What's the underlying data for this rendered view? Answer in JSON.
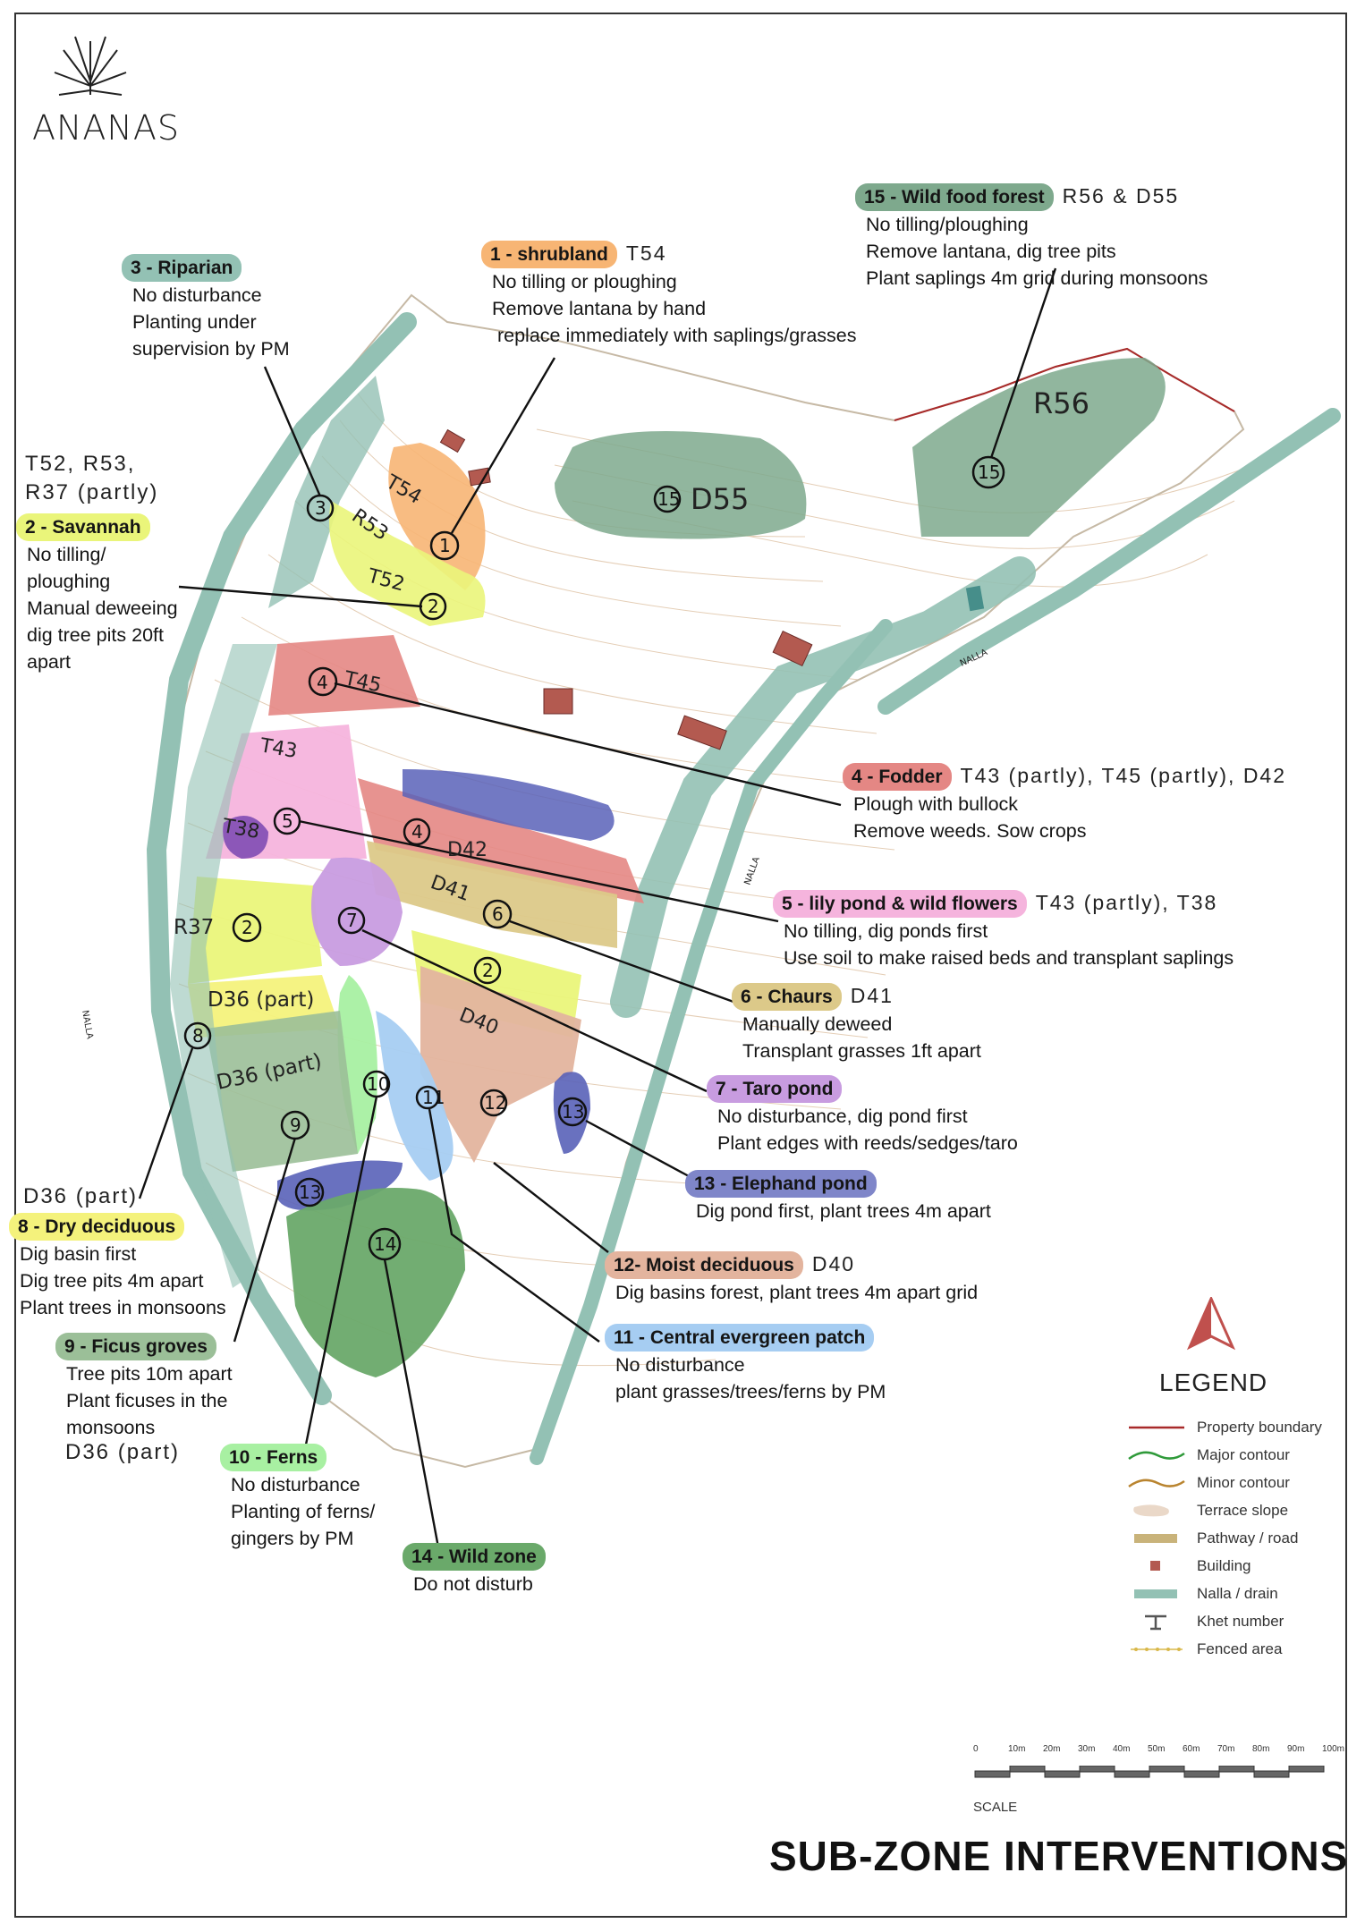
{
  "brand": {
    "name": "ANANAS"
  },
  "title": "SUB-ZONE INTERVENTIONS",
  "standalone_labels": {
    "t52_r53_line1": "T52, R53,",
    "t52_r53_line2": "R37 (partly)",
    "d36_part_lower": "D36 (part)",
    "d36_part_ficus": "D36 (part)"
  },
  "zones": [
    {
      "id": "z1",
      "title": "1 - shrubland",
      "codes": "T54",
      "color": "#f7b574",
      "lines": [
        "No tilling or ploughing",
        "Remove lantana by hand",
        " replace immediately with saplings/grasses"
      ]
    },
    {
      "id": "z2",
      "title": "2 - Savannah",
      "codes": "",
      "color": "#eaf57a",
      "lines": [
        "No tilling/",
        "ploughing",
        "Manual deweeing",
        "dig tree pits 20ft",
        "apart"
      ]
    },
    {
      "id": "z3",
      "title": "3 - Riparian",
      "codes": "",
      "color": "#93c1b4",
      "lines": [
        "No disturbance",
        "Planting under",
        "supervision by PM"
      ]
    },
    {
      "id": "z4",
      "title": "4 - Fodder",
      "codes": "T43 (partly), T45 (partly), D42",
      "color": "#e48784",
      "lines": [
        "Plough with bullock",
        "Remove weeds. Sow crops"
      ]
    },
    {
      "id": "z5",
      "title": "5 - lily pond & wild flowers",
      "codes": "T43 (partly), T38",
      "color": "#f5b4dd",
      "lines": [
        "No tilling, dig ponds first",
        "Use soil to make raised beds and transplant saplings"
      ]
    },
    {
      "id": "z6",
      "title": "6 - Chaurs",
      "codes": "D41",
      "color": "#dcc989",
      "lines": [
        "Manually deweed",
        "Transplant grasses 1ft apart"
      ]
    },
    {
      "id": "z7",
      "title": "7 - Taro pond",
      "codes": "",
      "color": "#c89ce0",
      "lines": [
        "No disturbance, dig pond first",
        "Plant edges with reeds/sedges/taro"
      ]
    },
    {
      "id": "z8",
      "title": "8 - Dry deciduous",
      "codes": "",
      "color": "#f4f27c",
      "lines": [
        "Dig basin first",
        "Dig tree pits 4m apart",
        "Plant trees in monsoons"
      ]
    },
    {
      "id": "z9",
      "title": "9 - Ficus groves",
      "codes": "",
      "color": "#9bbf98",
      "lines": [
        "Tree pits 10m apart",
        "Plant ficuses in the",
        "monsoons"
      ]
    },
    {
      "id": "z10",
      "title": "10 - Ferns",
      "codes": "",
      "color": "#a8f0a2",
      "lines": [
        "No disturbance",
        "Planting of ferns/",
        "gingers by PM"
      ]
    },
    {
      "id": "z11",
      "title": "11 - Central evergreen patch",
      "codes": "",
      "color": "#a6cdf2",
      "lines": [
        "No disturbance",
        "plant grasses/trees/ferns by PM"
      ]
    },
    {
      "id": "z12",
      "title": "12- Moist deciduous",
      "codes": "D40",
      "color": "#e3b49e",
      "lines": [
        "Dig basins forest, plant trees 4m apart grid"
      ]
    },
    {
      "id": "z13",
      "title": "13 - Elephand pond",
      "codes": "",
      "color": "#7f86c9",
      "lines": [
        "Dig pond first, plant trees 4m apart"
      ]
    },
    {
      "id": "z14",
      "title": "14 - Wild zone",
      "codes": "",
      "color": "#6aa96a",
      "lines": [
        "Do not disturb"
      ]
    },
    {
      "id": "z15",
      "title": "15 - Wild food forest",
      "codes": "R56 & D55",
      "color": "#7ea98d",
      "lines": [
        "No tilling/ploughing",
        "Remove lantana, dig tree pits",
        "Plant saplings 4m grid during monsoons"
      ]
    }
  ],
  "map_labels": {
    "t54": "T54",
    "r53": "R53",
    "t52": "T52",
    "t45": "T45",
    "t43": "T43",
    "t38": "T38",
    "d42": "D42",
    "d41": "D41",
    "r37": "R37",
    "d36a": "D36 (part)",
    "d36b": "D36 (part)",
    "d40": "D40",
    "d55": "D55",
    "r56": "R56",
    "nalla1": "NALLA",
    "nalla2": "NALLA",
    "nalla3": "NALLA"
  },
  "legend": {
    "title": "LEGEND",
    "items": [
      {
        "label": "Property boundary",
        "kind": "line",
        "color": "#a82a2a"
      },
      {
        "label": "Major contour",
        "kind": "curve",
        "color": "#2f9a3a"
      },
      {
        "label": "Minor contour",
        "kind": "curve",
        "color": "#b9842f"
      },
      {
        "label": "Terrace slope",
        "kind": "blob",
        "color": "#ead8c8"
      },
      {
        "label": "Pathway / road",
        "kind": "bar",
        "color": "#c9b37a"
      },
      {
        "label": "Building",
        "kind": "square",
        "color": "#b35a50"
      },
      {
        "label": "Nalla / drain",
        "kind": "bar",
        "color": "#93c1b4"
      },
      {
        "label": "Khet number",
        "kind": "khet",
        "color": "#555555"
      },
      {
        "label": "Fenced area",
        "kind": "fence",
        "color": "#d9b84a"
      }
    ],
    "compass_color": "#c0504d"
  },
  "scale": {
    "label": "SCALE",
    "ticks": [
      "0",
      "10m",
      "20m",
      "30m",
      "40m",
      "50m",
      "60m",
      "70m",
      "80m",
      "90m",
      "100m"
    ]
  }
}
